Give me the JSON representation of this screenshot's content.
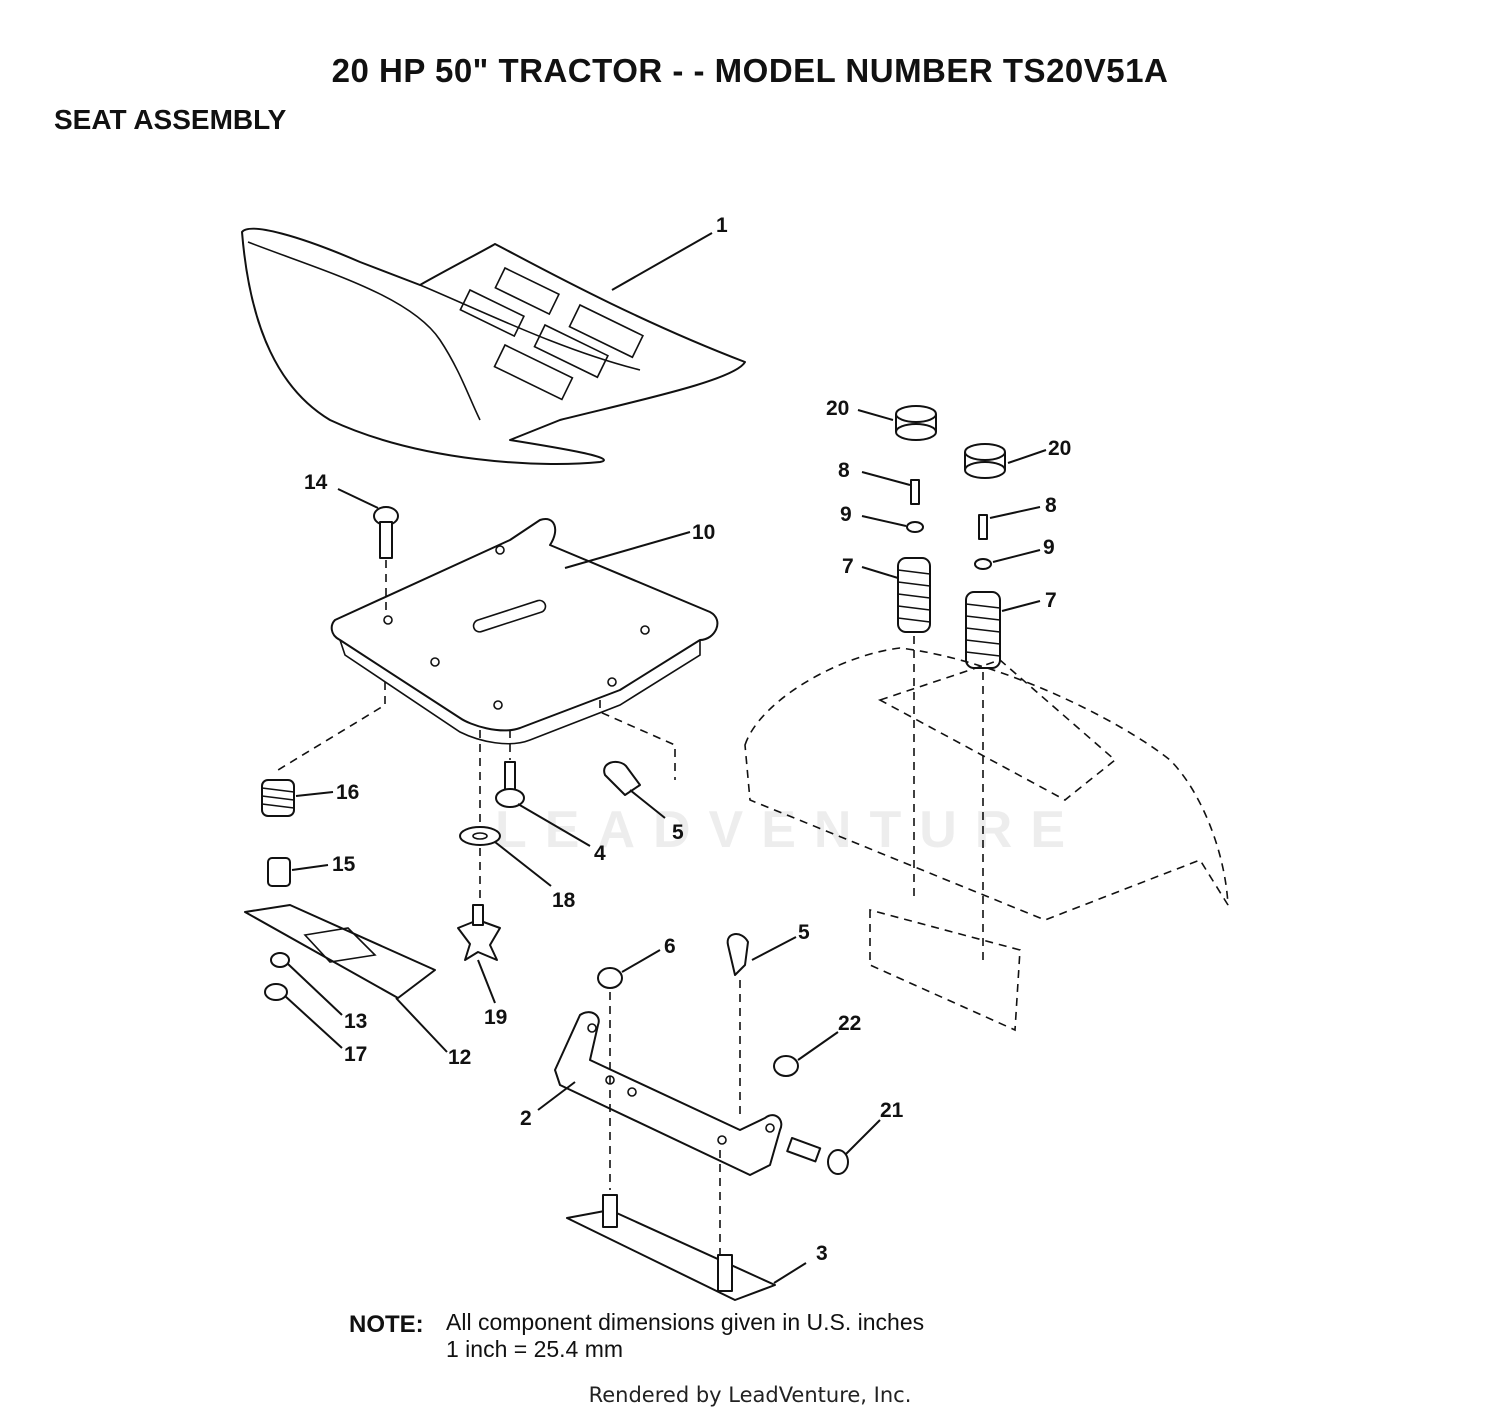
{
  "header": {
    "title": "20 HP 50\" TRACTOR - - MODEL NUMBER TS20V51A",
    "section": "SEAT ASSEMBLY"
  },
  "callouts": [
    {
      "id": "1",
      "label": "1"
    },
    {
      "id": "2",
      "label": "2"
    },
    {
      "id": "3",
      "label": "3"
    },
    {
      "id": "4",
      "label": "4"
    },
    {
      "id": "5a",
      "label": "5"
    },
    {
      "id": "5b",
      "label": "5"
    },
    {
      "id": "6",
      "label": "6"
    },
    {
      "id": "7a",
      "label": "7"
    },
    {
      "id": "7b",
      "label": "7"
    },
    {
      "id": "8a",
      "label": "8"
    },
    {
      "id": "8b",
      "label": "8"
    },
    {
      "id": "9a",
      "label": "9"
    },
    {
      "id": "9b",
      "label": "9"
    },
    {
      "id": "10",
      "label": "10"
    },
    {
      "id": "12",
      "label": "12"
    },
    {
      "id": "13",
      "label": "13"
    },
    {
      "id": "14",
      "label": "14"
    },
    {
      "id": "15",
      "label": "15"
    },
    {
      "id": "16",
      "label": "16"
    },
    {
      "id": "17",
      "label": "17"
    },
    {
      "id": "18",
      "label": "18"
    },
    {
      "id": "19",
      "label": "19"
    },
    {
      "id": "20a",
      "label": "20"
    },
    {
      "id": "20b",
      "label": "20"
    },
    {
      "id": "21",
      "label": "21"
    },
    {
      "id": "22",
      "label": "22"
    }
  ],
  "note": {
    "label": "NOTE:",
    "line1": "All component dimensions given in U.S. inches",
    "line2": "1 inch = 25.4 mm"
  },
  "watermark": "LEADVENTURE",
  "footer": "Rendered by LeadVenture, Inc."
}
